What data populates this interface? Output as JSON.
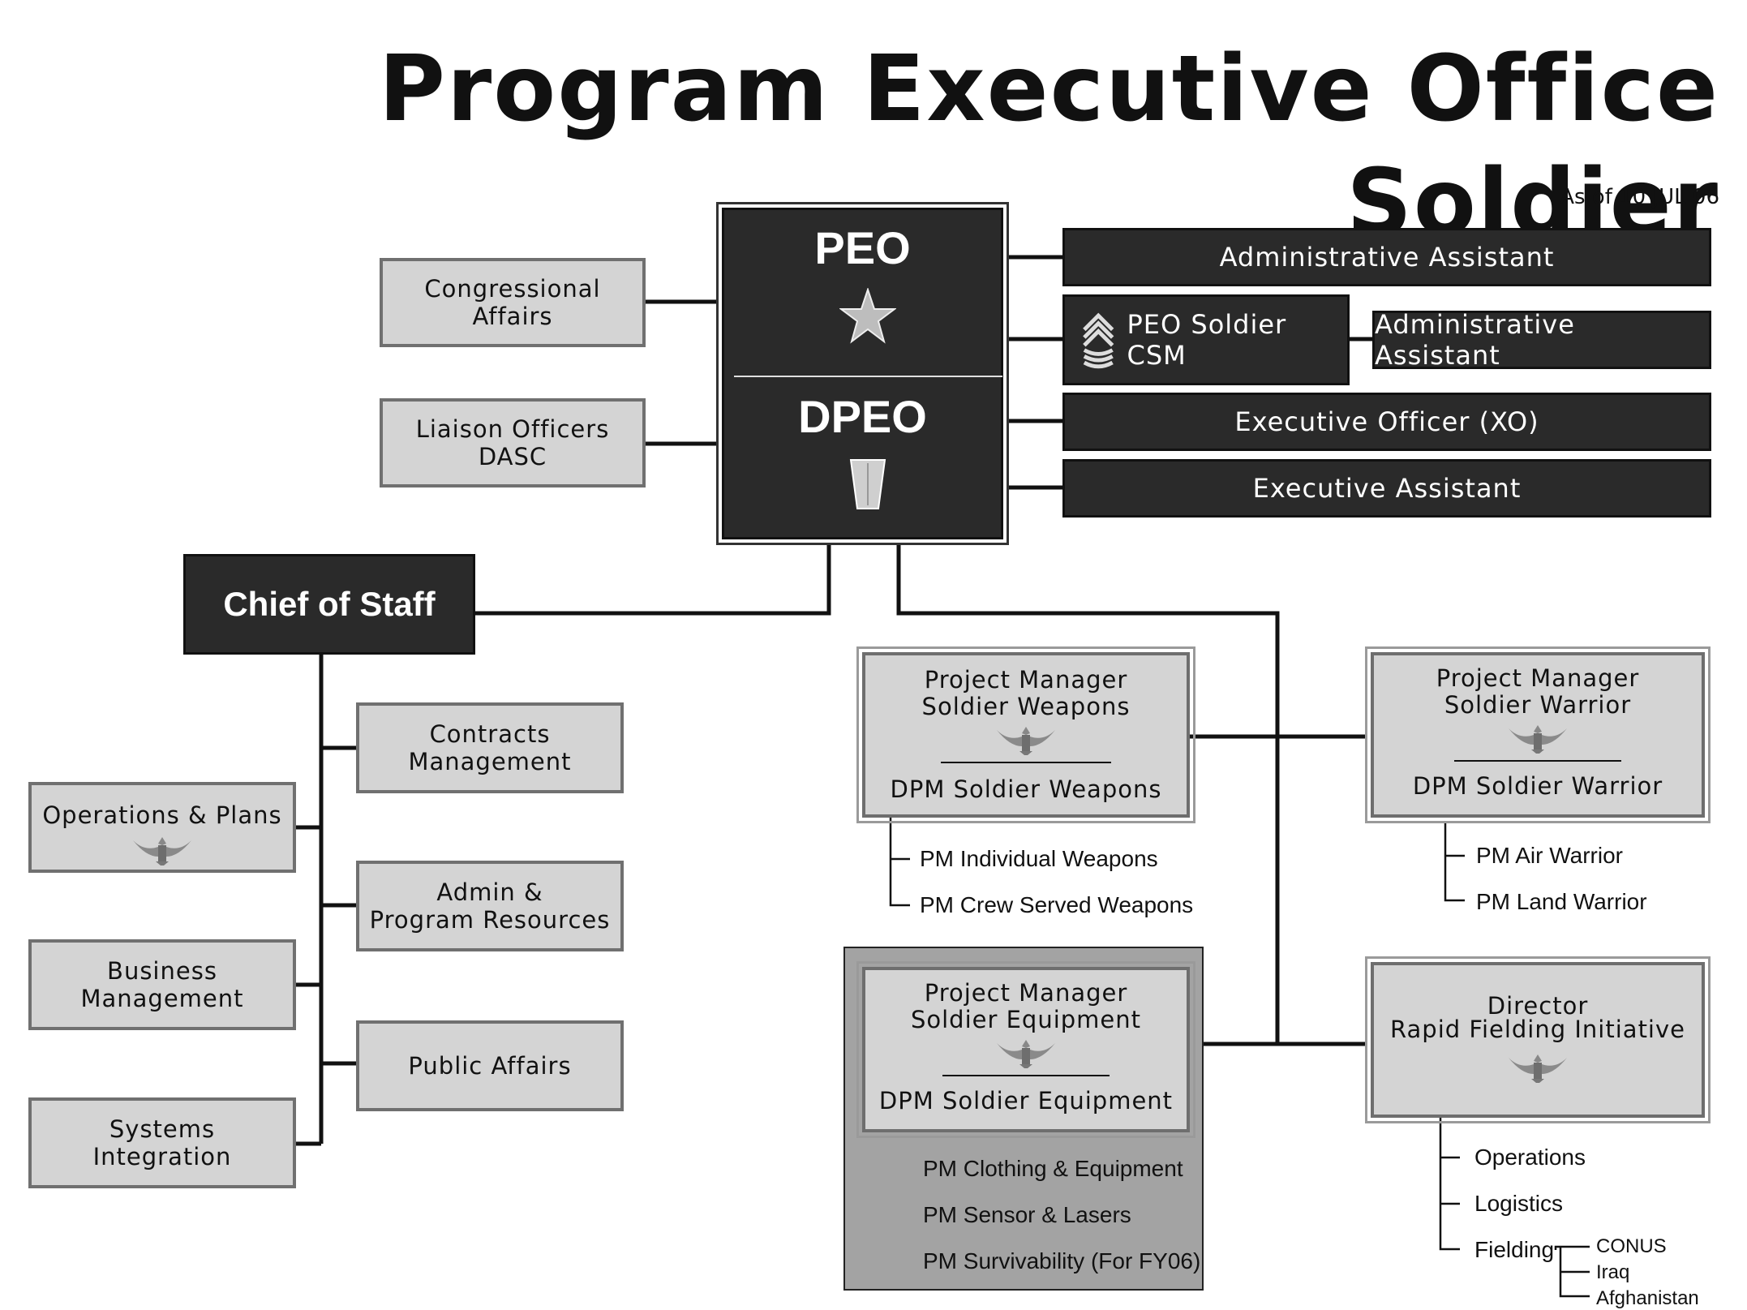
{
  "title": "Program Executive Office Soldier",
  "as_of": "As of 10 JUL 06",
  "peo": {
    "top_label": "PEO",
    "bottom_label": "DPEO"
  },
  "staff_right": {
    "admin_assistant_1": "Administrative Assistant",
    "csm": "PEO Soldier CSM",
    "admin_assistant_2": "Administrative Assistant",
    "xo": "Executive Officer (XO)",
    "exec_assistant": "Executive Assistant"
  },
  "staff_left": {
    "congressional": [
      "Congressional",
      "Affairs"
    ],
    "liaison": [
      "Liaison Officers",
      "DASC"
    ]
  },
  "chief_of_staff": {
    "label": "Chief of Staff",
    "left_items": {
      "ops_plans": "Operations & Plans",
      "business": [
        "Business",
        "Management"
      ],
      "systems": [
        "Systems",
        "Integration"
      ]
    },
    "right_items": {
      "contracts": [
        "Contracts",
        "Management"
      ],
      "admin": [
        "Admin &",
        "Program Resources"
      ],
      "public_affairs": "Public Affairs"
    }
  },
  "pm_weapons": {
    "title": [
      "Project Manager",
      "Soldier Weapons"
    ],
    "deputy": "DPM Soldier Weapons",
    "subs": [
      "PM Individual Weapons",
      "PM Crew Served Weapons"
    ]
  },
  "pm_warrior": {
    "title": [
      "Project Manager",
      "Soldier Warrior"
    ],
    "deputy": "DPM Soldier Warrior",
    "subs": [
      "PM Air Warrior",
      "PM Land Warrior"
    ]
  },
  "pm_equipment": {
    "title": [
      "Project Manager",
      "Soldier Equipment"
    ],
    "deputy": "DPM Soldier Equipment",
    "subs": [
      "PM Clothing & Equipment",
      "PM Sensor & Lasers",
      "PM Survivability (For FY06)"
    ]
  },
  "rfi": {
    "title": [
      "Director",
      "Rapid Fielding Initiative"
    ],
    "subs": [
      "Operations",
      "Logistics",
      "Fielding"
    ],
    "fielding_subs": [
      "CONUS",
      "Iraq",
      "Afghanistan"
    ]
  },
  "colors": {
    "dark_box": "#2a2a2a",
    "light_box": "#d4d4d4",
    "highlight_panel": "#a3a3a3",
    "line": "#111111"
  }
}
